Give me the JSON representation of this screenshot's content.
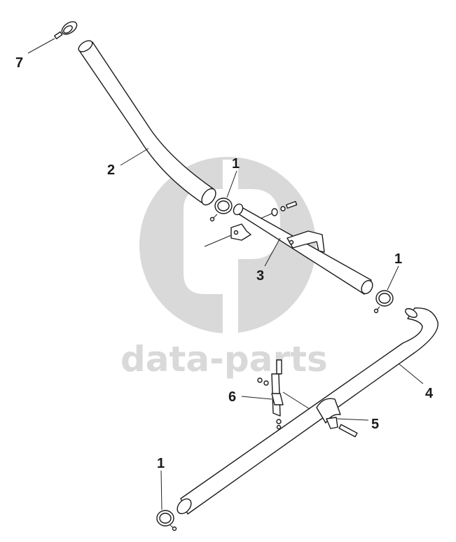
{
  "watermark": {
    "text": "data-parts",
    "color": "#d9d9d9"
  },
  "callouts": [
    {
      "id": "c7",
      "label": "7"
    },
    {
      "id": "c2",
      "label": "2"
    },
    {
      "id": "c1a",
      "label": "1"
    },
    {
      "id": "c3",
      "label": "3"
    },
    {
      "id": "c1b",
      "label": "1"
    },
    {
      "id": "c4",
      "label": "4"
    },
    {
      "id": "c5",
      "label": "5"
    },
    {
      "id": "c6",
      "label": "6"
    },
    {
      "id": "c1c",
      "label": "1"
    }
  ]
}
